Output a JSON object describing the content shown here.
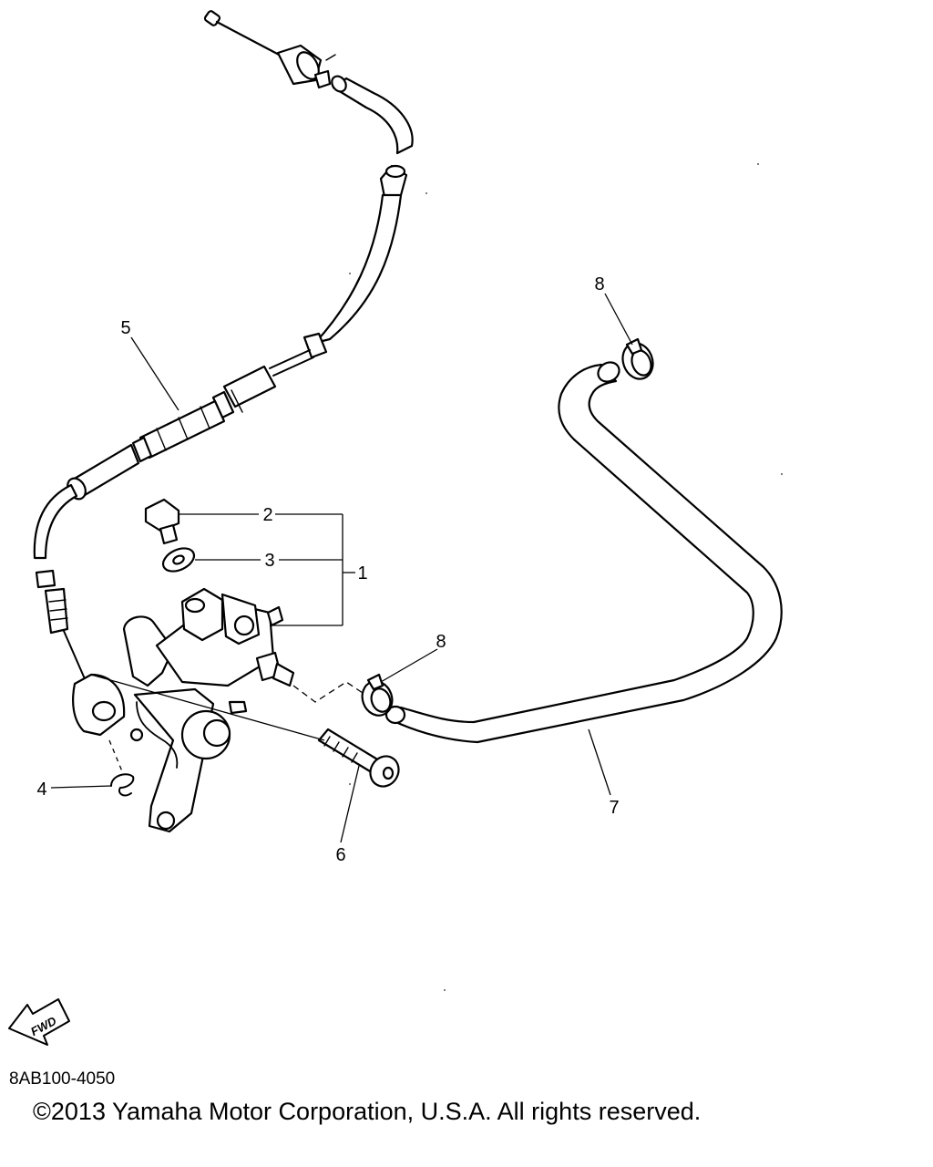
{
  "callouts": {
    "c1": "1",
    "c2": "2",
    "c3": "3",
    "c4": "4",
    "c5": "5",
    "c6": "6",
    "c7": "7",
    "c8a": "8",
    "c8b": "8"
  },
  "fwd_badge": "FWD",
  "diagram_code": "8AB100-4050",
  "copyright": "©2013 Yamaha Motor Corporation, U.S.A. All rights reserved.",
  "icons": {
    "fwd": "forward-direction-arrow-icon"
  }
}
